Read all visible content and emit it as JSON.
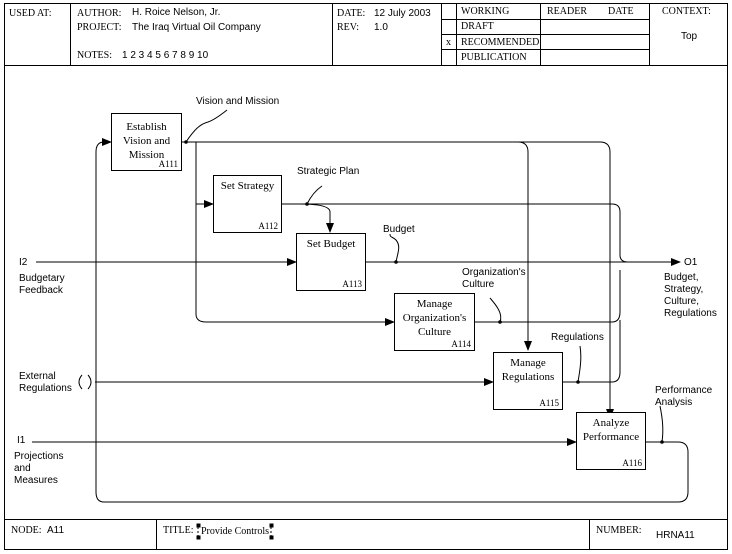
{
  "header": {
    "used_at_label": "USED AT:",
    "author_label": "AUTHOR:",
    "author": "H. Roice Nelson, Jr.",
    "project_label": "PROJECT:",
    "project": "The Iraq Virtual Oil Company",
    "notes_label": "NOTES:",
    "notes": "1  2  3  4  5  6  7  8  9  10",
    "date_label": "DATE:",
    "date": "12 July 2003",
    "rev_label": "REV:",
    "rev": "1.0",
    "status_options": [
      "WORKING",
      "DRAFT",
      "RECOMMENDED",
      "PUBLICATION"
    ],
    "status_marks": [
      "",
      "",
      "x",
      ""
    ],
    "reader_label": "READER",
    "reader_date_label": "DATE",
    "context_label": "CONTEXT:",
    "context_value": "Top"
  },
  "footer": {
    "node_label": "NODE:",
    "node": "A11",
    "title_label": "TITLE:",
    "title": "Provide Controls",
    "number_label": "NUMBER:",
    "number": "HRNA11"
  },
  "activities": [
    {
      "title": "Establish\nVision and\nMission",
      "num": "A111"
    },
    {
      "title": "Set Strategy",
      "num": "A112"
    },
    {
      "title": "Set Budget",
      "num": "A113"
    },
    {
      "title": "Manage\nOrganization's\nCulture",
      "num": "A114"
    },
    {
      "title": "Manage\nRegulations",
      "num": "A115"
    },
    {
      "title": "Analyze\nPerformance",
      "num": "A116"
    }
  ],
  "arrow_labels": {
    "vision_mission": "Vision and Mission",
    "strategic_plan": "Strategic Plan",
    "budget": "Budget",
    "org_culture": "Organization's\nCulture",
    "regulations": "Regulations",
    "performance_analysis": "Performance\nAnalysis"
  },
  "inputs": {
    "i2_code": "I2",
    "i2_label": "Budgetary\nFeedback",
    "external_regulations": "External\nRegulations",
    "i1_code": "I1",
    "i1_label": "Projections\nand\nMeasures"
  },
  "outputs": {
    "o1_code": "O1",
    "o1_label": "Budget,\nStrategy,\nCulture,\nRegulations"
  }
}
